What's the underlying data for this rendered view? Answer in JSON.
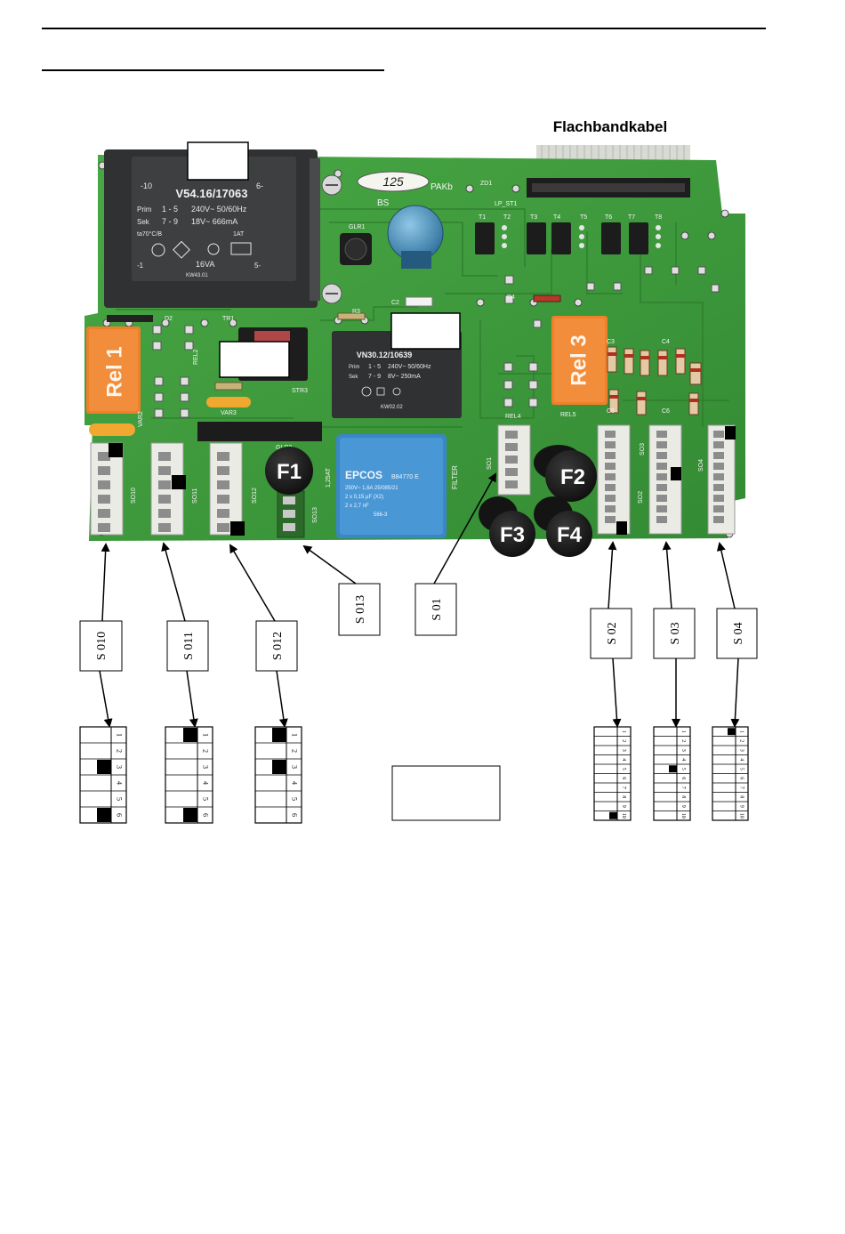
{
  "top_label": "Flachbandkabel",
  "relays": {
    "rel1": "Rel 1",
    "rel3": "Rel 3"
  },
  "fuses": {
    "f1": "F1",
    "f2": "F2",
    "f3": "F3",
    "f4": "F4"
  },
  "transformer_large": {
    "part": "V54.16/17063",
    "pri_label": "Prim",
    "pri_pins": "1 - 5",
    "pri_spec": "240V~  50/60Hz",
    "sec_label": "Sek",
    "sec_pins": "7 - 9",
    "sec_spec": "18V~  666mA",
    "temp": "ta70°C/B",
    "fuse": "1AT",
    "power": "16VA",
    "code": "KW43.01",
    "pin_left_top": "-10",
    "pin_right_top": "6-",
    "pin_left_bot": "-1",
    "pin_right_bot": "5-"
  },
  "transformer_small": {
    "part": "VN30.12/10639",
    "pri_label": "Prim",
    "pri_pins": "1 - 5",
    "pri_spec": "240V~  50/60Hz",
    "sec_label": "Sek",
    "sec_pins": "7 - 9",
    "sec_spec": "8V~  250mA",
    "code": "KW02.02"
  },
  "capacitor": {
    "brand": "EPCOS",
    "part": "B84770 E",
    "spec1": "250V~  1,6A  25/085/21",
    "spec2": "2 x 0,15 µF (X2)",
    "spec3": "2 x 2,7 nF",
    "code": "566-3"
  },
  "board_marks": {
    "sticker": "125",
    "pakb": "PAKb",
    "bs": "BS",
    "lp_st1": "LP_ST1",
    "zd1": "ZD1",
    "glr1": "GLR1",
    "glr2": "GLR2",
    "c2": "C2",
    "r3": "R3",
    "tr1": "TR1",
    "d2": "D2",
    "d4": "D4",
    "rel2": "REL2",
    "str3": "STR3",
    "var2": "VAR2",
    "var3": "VAR3",
    "rel4": "REL4",
    "rel5": "REL5",
    "fuse1_rating": "1,25AT",
    "filter": "FILTER",
    "t_labels": [
      "T1",
      "T2",
      "T3",
      "T4",
      "T5",
      "T6",
      "T7",
      "T8"
    ],
    "c_labels": [
      "C3",
      "C4",
      "C5",
      "C6"
    ],
    "connectors": [
      "SO10",
      "SO11",
      "SO12",
      "SO13",
      "SO1",
      "SO2",
      "SO3",
      "SO4"
    ]
  },
  "callouts": {
    "s010": "S 010",
    "s011": "S 011",
    "s012": "S 012",
    "s013": "S 013",
    "s01": "S 01",
    "s02": "S 02",
    "s03": "S 03",
    "s04": "S 04"
  },
  "dip_switches": [
    {
      "name": "S 010",
      "positions": 6,
      "on": [
        3,
        6
      ]
    },
    {
      "name": "S 011",
      "positions": 6,
      "on": [
        1,
        6
      ]
    },
    {
      "name": "S 012",
      "positions": 6,
      "on": [
        1,
        3
      ]
    },
    {
      "name": "S 02",
      "positions": 10,
      "on": [
        10
      ]
    },
    {
      "name": "S 03",
      "positions": 10,
      "on": [
        5
      ]
    },
    {
      "name": "S 04",
      "positions": 10,
      "on": [
        1
      ]
    }
  ],
  "colors": {
    "pcb": "#3f9a3c",
    "pcb_dark": "#2d7a2c",
    "relay": "#f07f2a",
    "transformer": "#3a3c3e",
    "capacitor": "#3a86c8",
    "fuse": "#1c1c1c",
    "connector": "#e9ebe4"
  }
}
